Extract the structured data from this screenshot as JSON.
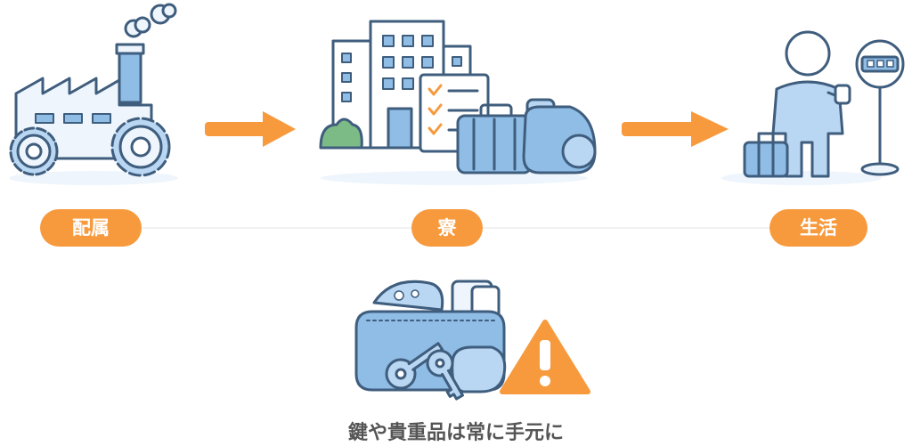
{
  "colors": {
    "accent": "#F79A3E",
    "outline": "#3F5D7D",
    "fill_light": "#EEF5FC",
    "fill_blue": "#8FBDE6",
    "fill_mid": "#B9D6F2",
    "green": "#7DBB86",
    "caption_text": "#555555"
  },
  "steps": [
    {
      "label": "配属",
      "icon": "factory-icon"
    },
    {
      "label": "寮",
      "icon": "dormitory-with-luggage-icon"
    },
    {
      "label": "生活",
      "icon": "person-at-bus-stop-icon"
    }
  ],
  "arrows": [
    "arrow-right-icon",
    "arrow-right-icon"
  ],
  "warning": {
    "icon": "wallet-keys-warning-icon",
    "caption": "鍵や貴重品は常に手元に"
  }
}
